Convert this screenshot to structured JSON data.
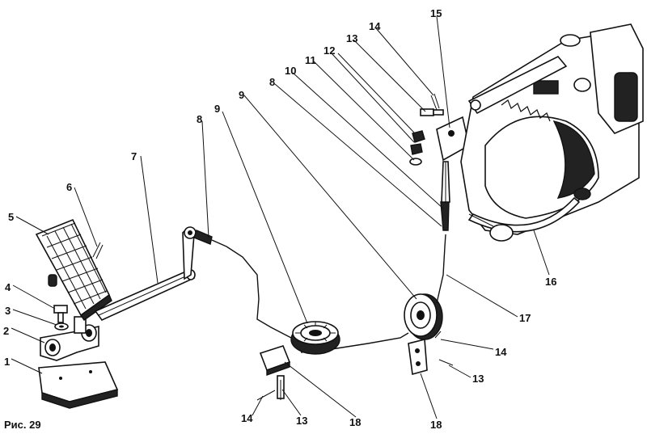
{
  "caption": "Рис. 29",
  "labels": [
    {
      "key": "l1",
      "text": "1"
    },
    {
      "key": "l2",
      "text": "2"
    },
    {
      "key": "l3",
      "text": "3"
    },
    {
      "key": "l4",
      "text": "4"
    },
    {
      "key": "l5",
      "text": "5"
    },
    {
      "key": "l6",
      "text": "6"
    },
    {
      "key": "l7",
      "text": "7"
    },
    {
      "key": "l8a",
      "text": "8"
    },
    {
      "key": "l9a",
      "text": "9"
    },
    {
      "key": "l9b",
      "text": "9"
    },
    {
      "key": "l8b",
      "text": "8"
    },
    {
      "key": "l10",
      "text": "10"
    },
    {
      "key": "l11",
      "text": "11"
    },
    {
      "key": "l12",
      "text": "12"
    },
    {
      "key": "l13a",
      "text": "13"
    },
    {
      "key": "l14a",
      "text": "14"
    },
    {
      "key": "l15",
      "text": "15"
    },
    {
      "key": "l16",
      "text": "16"
    },
    {
      "key": "l17",
      "text": "17"
    },
    {
      "key": "l14b",
      "text": "14"
    },
    {
      "key": "l13b",
      "text": "13"
    },
    {
      "key": "l18a",
      "text": "18"
    },
    {
      "key": "l14c",
      "text": "14"
    },
    {
      "key": "l13c",
      "text": "13"
    },
    {
      "key": "l18b",
      "text": "18"
    }
  ]
}
